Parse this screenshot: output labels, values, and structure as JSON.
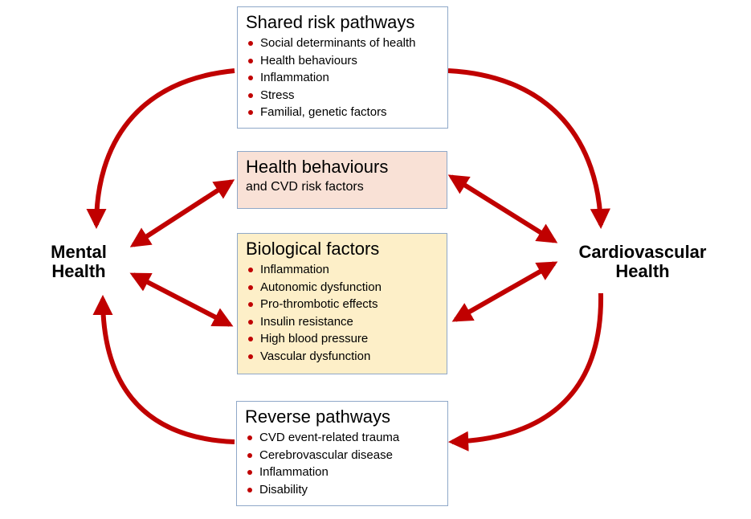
{
  "diagram": {
    "nodes": {
      "mental_health": {
        "line1": "Mental",
        "line2": "Health"
      },
      "cardiovascular_health": {
        "line1": "Cardiovascular",
        "line2": "Health"
      }
    },
    "boxes": {
      "shared": {
        "title": "Shared risk pathways",
        "items": [
          "Social determinants of health",
          "Health behaviours",
          "Inflammation",
          "Stress",
          "Familial, genetic factors"
        ]
      },
      "behaviours": {
        "title": "Health behaviours",
        "subtitle": "and CVD risk factors"
      },
      "biological": {
        "title": "Biological factors",
        "items": [
          "Inflammation",
          "Autonomic dysfunction",
          "Pro-thrombotic effects",
          "Insulin resistance",
          "High blood pressure",
          "Vascular dysfunction"
        ]
      },
      "reverse": {
        "title": "Reverse pathways",
        "items": [
          "CVD event-related trauma",
          "Cerebrovascular disease",
          "Inflammation",
          "Disability"
        ]
      }
    },
    "colors": {
      "arrow": "#c00000",
      "bullet": "#c00000",
      "box_border": "#8fa8c8",
      "behaviours_fill": "#f9e1d6",
      "biological_fill": "#fdefc8",
      "plain_fill": "#ffffff"
    }
  }
}
